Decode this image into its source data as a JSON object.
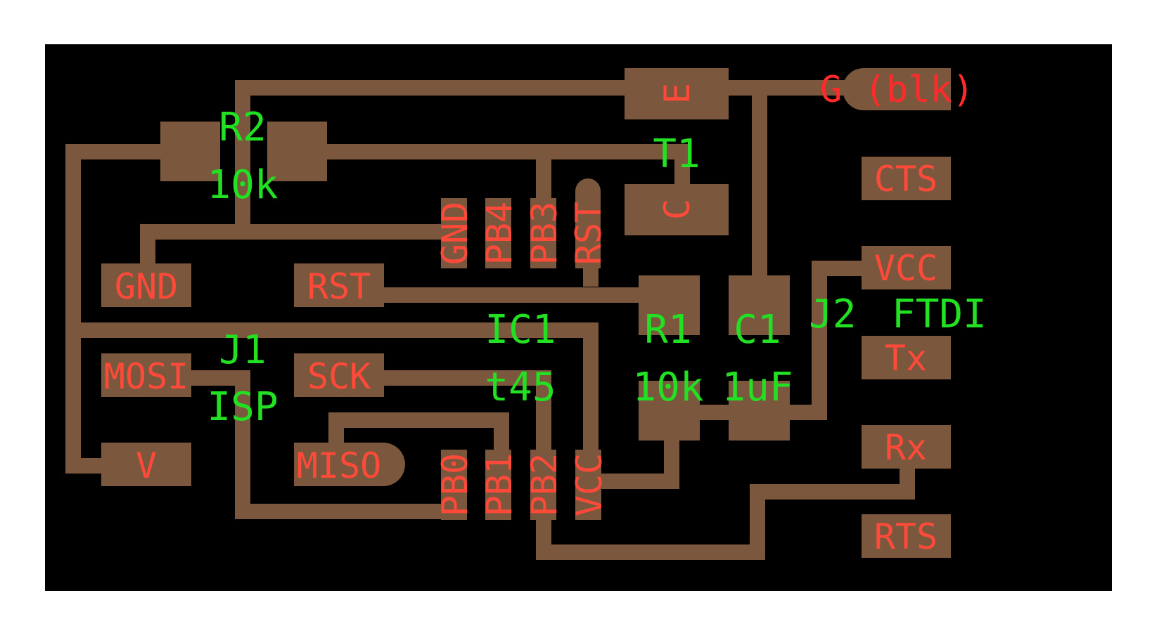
{
  "colors": {
    "board": "#000000",
    "copper": "#7a573d",
    "pad_label": "#ff4a3a",
    "part_label": "#22e022",
    "wire_label": "#ff2a2a"
  },
  "parts": {
    "r2_ref": "R2",
    "r2_value": "10k",
    "t1_ref": "T1",
    "r1_ref": "R1",
    "r1_value": "10k",
    "c1_ref": "C1",
    "c1_value": "1uF",
    "ic1_ref": "IC1",
    "ic1_value": "t45",
    "j1_ref": "J1",
    "j1_value": "ISP",
    "j2_ref": "J2",
    "j2_value": "FTDI"
  },
  "isp_pads": {
    "gnd": "GND",
    "rst": "RST",
    "mosi": "MOSI",
    "sck": "SCK",
    "miso": "MISO",
    "v": "V"
  },
  "ic_pins_top": {
    "gnd": "GND",
    "pb4": "PB4",
    "pb3": "PB3",
    "rst": "RST"
  },
  "ic_pins_bottom": {
    "pb0": "PB0",
    "pb1": "PB1",
    "pb2": "PB2",
    "vcc": "VCC"
  },
  "transistor_pins": {
    "emitter": "E",
    "collector": "C"
  },
  "ftdi_pads": {
    "g": "G (blk)",
    "cts": "CTS",
    "vcc": "VCC",
    "tx": "Tx",
    "rx": "Rx",
    "rts": "RTS"
  }
}
